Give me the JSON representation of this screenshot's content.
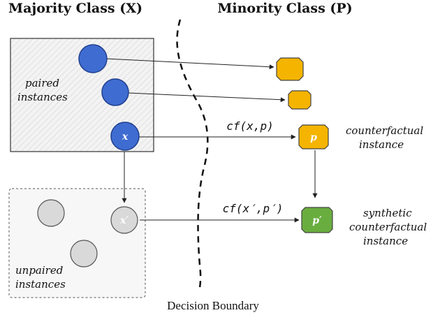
{
  "titles": {
    "majority": "Majority Class (X)",
    "minority": "Minority Class (P)"
  },
  "labels": {
    "paired": [
      "paired",
      "instances"
    ],
    "unpaired": [
      "unpaired",
      "instances"
    ],
    "counterfactual": [
      "counterfactual",
      "instance"
    ],
    "synthetic": [
      "synthetic",
      "counterfactual",
      "instance"
    ],
    "decision_boundary": "Decision Boundary"
  },
  "edges": {
    "cf_xp": "cf(x,p)",
    "cf_xp_prime": "cf(x′,p′)"
  },
  "nodes": {
    "x": "x",
    "x_prime": "x′",
    "p": "p",
    "p_prime": "p′"
  },
  "colors": {
    "blue": "#3f6cd0",
    "gray": "#d9d9d9",
    "orange": "#f5b400",
    "green": "#6aad3f"
  }
}
